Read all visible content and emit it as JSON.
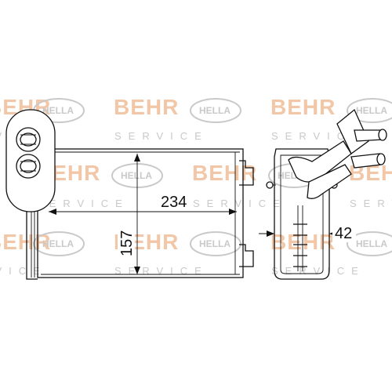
{
  "watermark": {
    "brand_word": "BEHR",
    "service_word": "SERVICE",
    "hella_word": "HELLA",
    "brand_color": "#f2c7a8",
    "grey_color": "#c9c9c9"
  },
  "dimensions": {
    "width_value": "234",
    "height_value": "157",
    "depth_value": "42"
  }
}
